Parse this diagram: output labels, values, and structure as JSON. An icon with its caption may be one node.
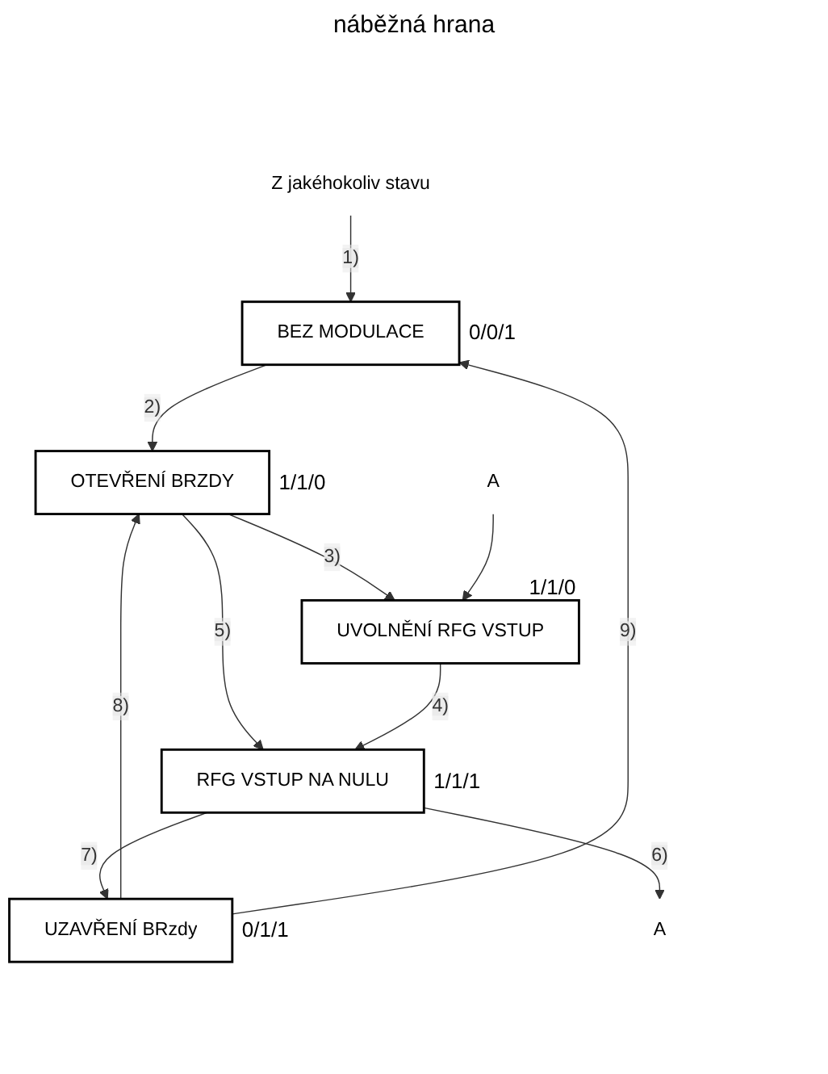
{
  "diagram": {
    "nodes": [
      {
        "text": [
          "Z jakéhokoliv stavu"
        ]
      },
      {
        "text": [
          "BEZ MODULACE"
        ],
        "beside": [
          "0/0/1"
        ]
      },
      {
        "text": [
          "OTEVŘENÍ BRZDY"
        ],
        "beside": [
          "1/1/0"
        ]
      },
      {
        "text": [
          "A"
        ]
      },
      {
        "text": [
          "UVOLNĚNÍ RFG VSTUP"
        ],
        "beside": [
          "1/1/0"
        ]
      },
      {
        "text": [
          "RFG VSTUP NA NULU"
        ],
        "beside": [
          "1/1/1"
        ]
      },
      {
        "text": [
          "UZAVŘENÍ BRzdy"
        ],
        "beside": [
          "0/1/1"
        ]
      },
      {
        "text": [
          "A"
        ]
      }
    ],
    "edges": [
      {
        "from": 0,
        "to": 1,
        "arrow": "to",
        "label": "1)"
      },
      {
        "from": 1,
        "to": 2,
        "arrow": "to",
        "label": "2)"
      },
      {
        "from": 2,
        "to": 4,
        "arrow": "to",
        "label": "3)"
      },
      {
        "from": 2,
        "to": 5,
        "arrow": "to",
        "label": "5)"
      },
      {
        "from": 3,
        "to": 4,
        "arrow": "to"
      },
      {
        "from": 4,
        "to": 5,
        "arrow": "to",
        "label": "4)"
      },
      {
        "from": 5,
        "to": 6,
        "arrow": "to",
        "label": "7)"
      },
      {
        "from": 5,
        "to": 7,
        "arrow": "to",
        "label": "6)"
      },
      {
        "from": 6,
        "to": 2,
        "arrow": "to",
        "label": "8)"
      },
      {
        "from": 6,
        "to": 1,
        "arrow": "to",
        "label": "9)"
      }
    ],
    "labels": [
      "náběžná hrana"
    ]
  }
}
